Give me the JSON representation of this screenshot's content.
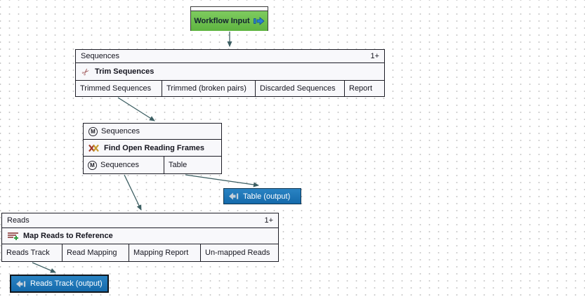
{
  "input_node": {
    "label": "Workflow Input"
  },
  "trim_node": {
    "input_label": "Sequences",
    "cardinality": "1+",
    "tool_label": "Trim Sequences",
    "outputs": [
      "Trimmed Sequences",
      "Trimmed (broken pairs)",
      "Discarded Sequences",
      "Report"
    ]
  },
  "orf_node": {
    "input_label": "Sequences",
    "tool_label": "Find Open Reading Frames",
    "outputs": [
      "Sequences",
      "Table"
    ]
  },
  "map_node": {
    "input_label": "Reads",
    "cardinality": "1+",
    "tool_label": "Map Reads to Reference",
    "outputs": [
      "Reads Track",
      "Read Mapping",
      "Mapping Report",
      "Un-mapped Reads"
    ]
  },
  "output_nodes": {
    "table": {
      "label": "Table (output)"
    },
    "reads_track": {
      "label": "Reads Track (output)"
    }
  },
  "icons": {
    "m_badge_letter": "M",
    "scissors_glyph": "✂",
    "workflow_input_icon": "forward-arrow-icon",
    "trim_icon": "scissors-icon",
    "orf_icon": "crossed-frames-icon",
    "map_icon": "read-mapping-icon",
    "output_icon": "back-arrow-icon"
  },
  "colors": {
    "input_green": "#6cc04b",
    "output_blue": "#1b74b7",
    "arrow": "#3d5f63",
    "node_fill": "#f8f8fb",
    "node_border": "#1d1d26"
  }
}
